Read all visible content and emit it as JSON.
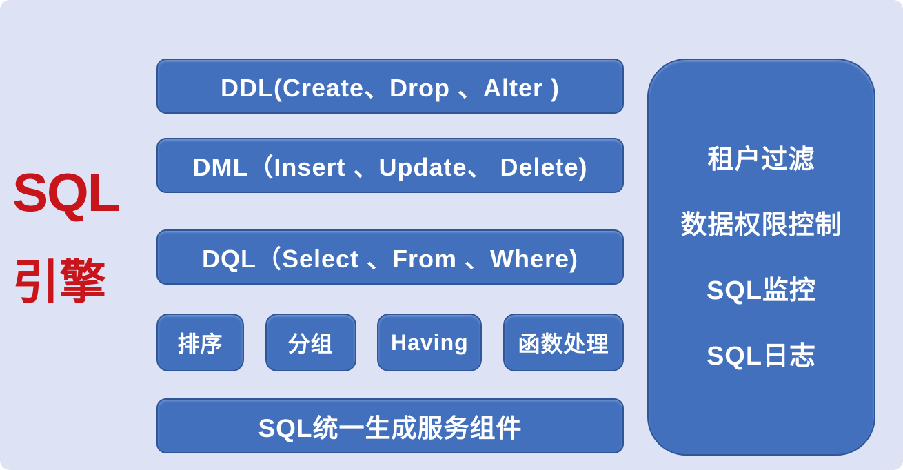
{
  "colors": {
    "page_bg": "#ffffff",
    "canvas_bg": "#dde3f4",
    "box_fill": "#4270bd",
    "box_border": "#2e5597",
    "box_text": "#ffffff",
    "title_red_light": "#ee2930",
    "title_red_dark": "#8f0d12"
  },
  "title": {
    "line1": "SQL",
    "line2": "引擎"
  },
  "sql_types": [
    {
      "label": "DDL(Create、Drop 、Alter )"
    },
    {
      "label": "DML（Insert 、Update、 Delete)"
    },
    {
      "label": "DQL（Select 、From 、Where)"
    }
  ],
  "clauses": [
    {
      "label": "排序"
    },
    {
      "label": "分组"
    },
    {
      "label": "Having"
    },
    {
      "label": "函数处理"
    }
  ],
  "bottom": {
    "label": "SQL统一生成服务组件"
  },
  "side_panel": {
    "items": [
      {
        "label": "租户过滤"
      },
      {
        "label": "数据权限控制"
      },
      {
        "label": "SQL监控"
      },
      {
        "label": "SQL日志"
      }
    ]
  }
}
